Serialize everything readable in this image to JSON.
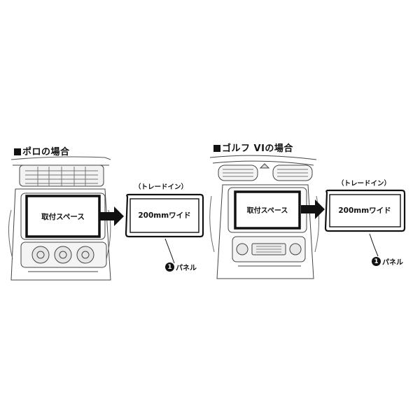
{
  "polo": {
    "heading": "ポロの場合",
    "mount_space": "取付スペース",
    "trade_in": "（トレードイン）",
    "wide_label": "200mmワイド",
    "panel_number": "1",
    "panel_label": "パネル"
  },
  "golf": {
    "heading": "ゴルフ VIの場合",
    "mount_space": "取付スペース",
    "trade_in": "（トレードイン）",
    "wide_label": "200mmワイド",
    "panel_number": "1",
    "panel_label": "パネル"
  }
}
